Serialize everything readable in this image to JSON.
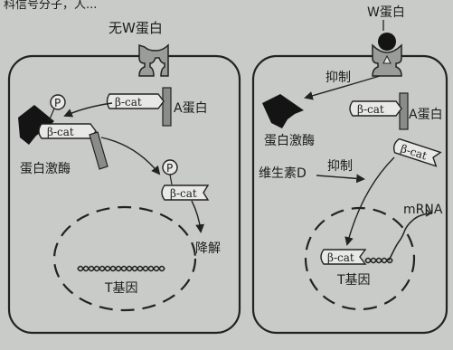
{
  "top_text": "科信号分子，人...",
  "left_panel": {
    "condition": "无W蛋白",
    "a_protein": "A蛋白",
    "beta_cat": "β-cat",
    "phospho": "P",
    "kinase": "蛋白激酶",
    "degrade": "降解",
    "t_gene": "T基因"
  },
  "right_panel": {
    "w_protein": "W蛋白",
    "inhibit_1": "抑制",
    "kinase": "蛋白激酶",
    "a_protein": "A蛋白",
    "beta_cat": "β-cat",
    "vitamin_d": "维生素D",
    "inhibit_2": "抑制",
    "mrna": "mRNA",
    "t_gene": "T基因"
  }
}
